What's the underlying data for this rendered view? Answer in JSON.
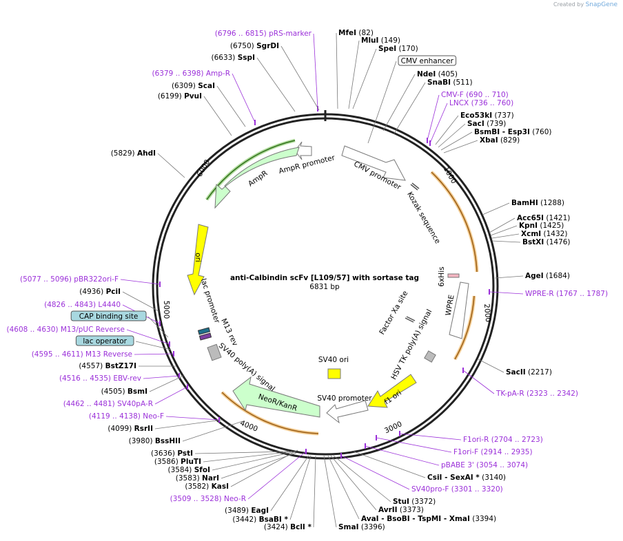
{
  "credit": {
    "prefix": "Created by",
    "brand": "SnapGene"
  },
  "title": "anti-Calbindin scFv [L109/57] with sortase tag",
  "length_label": "6831 bp",
  "ring_ticks": [
    "1000",
    "2000",
    "3000",
    "4000",
    "5000",
    "6000"
  ],
  "sites": [
    {
      "kind": "primer",
      "text": "pRS-marker",
      "pos": "(6796 .. 6815)"
    },
    {
      "kind": "enzyme",
      "text": "SgrDI",
      "pos": "(6750)"
    },
    {
      "kind": "enzyme",
      "text": "SspI",
      "pos": "(6633)"
    },
    {
      "kind": "primer",
      "text": "Amp-R",
      "pos": "(6379 .. 6398)"
    },
    {
      "kind": "enzyme",
      "text": "ScaI",
      "pos": "(6309)"
    },
    {
      "kind": "enzyme",
      "text": "PvuI",
      "pos": "(6199)"
    },
    {
      "kind": "enzyme",
      "text": "AhdI",
      "pos": "(5829)"
    },
    {
      "kind": "primer",
      "text": "pBR322ori-F",
      "pos": "(5077 .. 5096)"
    },
    {
      "kind": "enzyme",
      "text": "PciI",
      "pos": "(4936)"
    },
    {
      "kind": "primer",
      "text": "L4440",
      "pos": "(4826 .. 4843)"
    },
    {
      "kind": "box",
      "text": "CAP binding site",
      "pos": ""
    },
    {
      "kind": "primer",
      "text": "M13/pUC Reverse",
      "pos": "(4608 .. 4630)"
    },
    {
      "kind": "box",
      "text": "lac operator",
      "pos": ""
    },
    {
      "kind": "primer",
      "text": "M13 Reverse",
      "pos": "(4595 .. 4611)"
    },
    {
      "kind": "enzyme",
      "text": "BstZ17I",
      "pos": "(4557)"
    },
    {
      "kind": "primer",
      "text": "EBV-rev",
      "pos": "(4516 .. 4535)"
    },
    {
      "kind": "enzyme",
      "text": "BsmI",
      "pos": "(4505)"
    },
    {
      "kind": "primer",
      "text": "SV40pA-R",
      "pos": "(4462 .. 4481)"
    },
    {
      "kind": "primer",
      "text": "Neo-F",
      "pos": "(4119 .. 4138)"
    },
    {
      "kind": "enzyme",
      "text": "RsrII",
      "pos": "(4099)"
    },
    {
      "kind": "enzyme",
      "text": "BssHII",
      "pos": "(3980)"
    },
    {
      "kind": "enzyme",
      "text": "PstI",
      "pos": "(3636)"
    },
    {
      "kind": "enzyme",
      "text": "PluTI",
      "pos": "(3586)"
    },
    {
      "kind": "enzyme",
      "text": "SfoI",
      "pos": "(3584)"
    },
    {
      "kind": "enzyme",
      "text": "NarI",
      "pos": "(3583)"
    },
    {
      "kind": "enzyme",
      "text": "KasI",
      "pos": "(3582)"
    },
    {
      "kind": "primer",
      "text": "Neo-R",
      "pos": "(3509 .. 3528)"
    },
    {
      "kind": "enzyme",
      "text": "EagI",
      "pos": "(3489)"
    },
    {
      "kind": "enzyme",
      "text": "BsaBI *",
      "pos": "(3442)"
    },
    {
      "kind": "enzyme",
      "text": "BclI *",
      "pos": "(3424)"
    },
    {
      "kind": "enzyme",
      "text": "SmaI",
      "pos": "(3396)"
    },
    {
      "kind": "enzyme",
      "text": "AvaI - BsoBI - TspMI - XmaI",
      "pos": "(3394)"
    },
    {
      "kind": "enzyme",
      "text": "AvrII",
      "pos": "(3373)"
    },
    {
      "kind": "enzyme",
      "text": "StuI",
      "pos": "(3372)"
    },
    {
      "kind": "primer",
      "text": "SV40pro-F",
      "pos": "(3301 .. 3320)"
    },
    {
      "kind": "enzyme",
      "text": "CsiI - SexAI *",
      "pos": "(3140)"
    },
    {
      "kind": "primer",
      "text": "pBABE 3'",
      "pos": "(3054 .. 3074)"
    },
    {
      "kind": "primer",
      "text": "F1ori-F",
      "pos": "(2914 .. 2935)"
    },
    {
      "kind": "primer",
      "text": "F1ori-R",
      "pos": "(2704 .. 2723)"
    },
    {
      "kind": "primer",
      "text": "TK-pA-R",
      "pos": "(2323 .. 2342)"
    },
    {
      "kind": "enzyme",
      "text": "SacII",
      "pos": "(2217)"
    },
    {
      "kind": "primer",
      "text": "WPRE-R",
      "pos": "(1767 .. 1787)"
    },
    {
      "kind": "enzyme",
      "text": "AgeI",
      "pos": "(1684)"
    },
    {
      "kind": "enzyme",
      "text": "BstXI",
      "pos": "(1476)"
    },
    {
      "kind": "enzyme",
      "text": "XcmI",
      "pos": "(1432)"
    },
    {
      "kind": "enzyme",
      "text": "KpnI",
      "pos": "(1425)"
    },
    {
      "kind": "enzyme",
      "text": "Acc65I",
      "pos": "(1421)"
    },
    {
      "kind": "enzyme",
      "text": "BamHI",
      "pos": "(1288)"
    },
    {
      "kind": "enzyme",
      "text": "XbaI",
      "pos": "(829)"
    },
    {
      "kind": "enzyme",
      "text": "BsmBI - Esp3I",
      "pos": "(760)"
    },
    {
      "kind": "enzyme",
      "text": "SacI",
      "pos": "(739)"
    },
    {
      "kind": "enzyme",
      "text": "Eco53kI",
      "pos": "(737)"
    },
    {
      "kind": "primer",
      "text": "LNCX",
      "pos": "(736 .. 760)"
    },
    {
      "kind": "primer",
      "text": "CMV-F",
      "pos": "(690 .. 710)"
    },
    {
      "kind": "enzyme",
      "text": "SnaBI",
      "pos": "(511)"
    },
    {
      "kind": "enzyme",
      "text": "NdeI",
      "pos": "(405)"
    },
    {
      "kind": "box",
      "text": "CMV enhancer",
      "pos": ""
    },
    {
      "kind": "enzyme",
      "text": "SpeI",
      "pos": "(170)"
    },
    {
      "kind": "enzyme",
      "text": "MluI",
      "pos": "(149)"
    },
    {
      "kind": "enzyme",
      "text": "MfeI",
      "pos": "(82)"
    }
  ],
  "features": [
    {
      "name": "CMV promoter"
    },
    {
      "name": "Kozak sequence"
    },
    {
      "name": "6xHis"
    },
    {
      "name": "Factor Xa site"
    },
    {
      "name": "WPRE"
    },
    {
      "name": "HSV TK poly(A) signal"
    },
    {
      "name": "f1 ori"
    },
    {
      "name": "SV40 ori"
    },
    {
      "name": "SV40 promoter"
    },
    {
      "name": "NeoR/KanR"
    },
    {
      "name": "SV40 poly(A) signal"
    },
    {
      "name": "M13 rev"
    },
    {
      "name": "lac promoter"
    },
    {
      "name": "ori"
    },
    {
      "name": "AmpR"
    },
    {
      "name": "AmpR promoter"
    }
  ],
  "colors": {
    "primer": "#9b30d9",
    "enzyme": "#000000",
    "ori": "#ffff00",
    "resistance": "#ccffcc",
    "promoter": "#ffffff",
    "orange": "#e8a33a",
    "box": "#a8d8e0"
  }
}
